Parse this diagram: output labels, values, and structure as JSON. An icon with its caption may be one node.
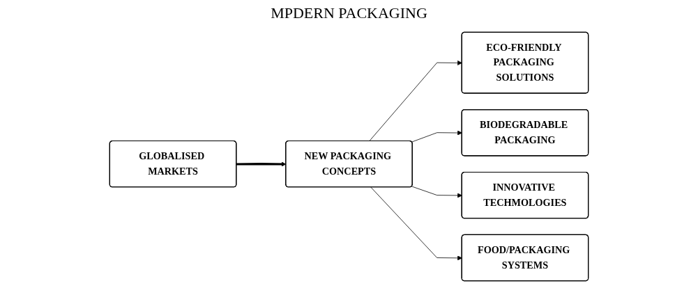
{
  "diagram": {
    "title": "MPDERN PACKAGING",
    "nodes": [
      {
        "text": [
          "GLOBALISED MARKETS"
        ]
      },
      {
        "text": [
          "NEW PACKAGING CONCEPTS"
        ]
      },
      {
        "text": [
          "ECO-FRIENDLY PACKAGING SOLUTIONS"
        ]
      },
      {
        "text": [
          "BIODEGRADABLE PACKAGING"
        ]
      },
      {
        "text": [
          "INNOVATIVE TECHMOLOGIES"
        ]
      },
      {
        "text": [
          "FOOD/PACKAGING SYSTEMS"
        ]
      }
    ],
    "edges": [
      {
        "from": 0,
        "to": 1,
        "arrow": "to",
        "style": "thick"
      },
      {
        "from": 1,
        "to": 2,
        "arrow": "to"
      },
      {
        "from": 1,
        "to": 3,
        "arrow": "to"
      },
      {
        "from": 1,
        "to": 4,
        "arrow": "to"
      },
      {
        "from": 1,
        "to": 5,
        "arrow": "to"
      }
    ]
  }
}
